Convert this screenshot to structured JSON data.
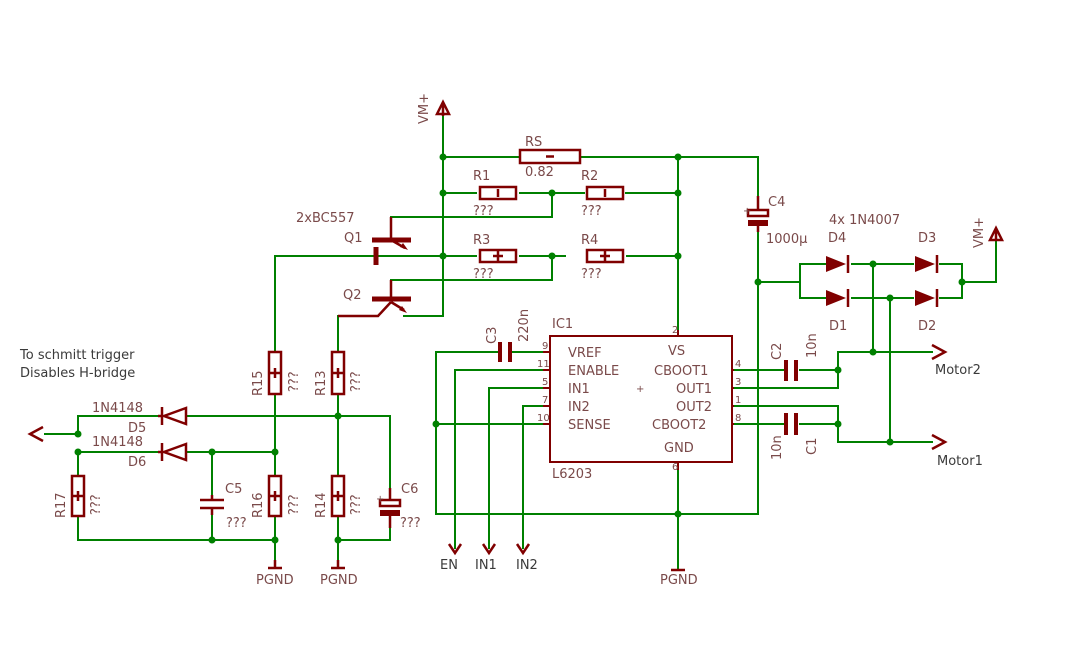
{
  "notes": {
    "line1": "To schmitt trigger",
    "line2": "Disables H-bridge"
  },
  "supply": {
    "vm_top": "VM+",
    "vm_right": "VM+",
    "pgnd": "PGND"
  },
  "resistors": {
    "rs": {
      "name": "RS",
      "value": "0.82"
    },
    "r1": {
      "name": "R1",
      "value": "???"
    },
    "r2": {
      "name": "R2",
      "value": "???"
    },
    "r3": {
      "name": "R3",
      "value": "???"
    },
    "r4": {
      "name": "R4",
      "value": "???"
    },
    "r13": {
      "name": "R13",
      "value": "???"
    },
    "r14": {
      "name": "R14",
      "value": "???"
    },
    "r15": {
      "name": "R15",
      "value": "???"
    },
    "r16": {
      "name": "R16",
      "value": "???"
    },
    "r17": {
      "name": "R17",
      "value": "???"
    }
  },
  "transistors": {
    "part": "2xBC557",
    "q1": "Q1",
    "q2": "Q2"
  },
  "capacitors": {
    "c1": {
      "name": "C1",
      "value": "10n"
    },
    "c2": {
      "name": "C2",
      "value": "10n"
    },
    "c3": {
      "name": "C3",
      "value": "220n"
    },
    "c4": {
      "name": "C4",
      "value": "1000µ"
    },
    "c5": {
      "name": "C5",
      "value": "???"
    },
    "c6": {
      "name": "C6",
      "value": "???"
    }
  },
  "diodes": {
    "bridge_part": "4x 1N4007",
    "d1": "D1",
    "d2": "D2",
    "d3": "D3",
    "d4": "D4",
    "d5": {
      "name": "D5",
      "part": "1N4148"
    },
    "d6": {
      "name": "D6",
      "part": "1N4148"
    }
  },
  "ic": {
    "name": "IC1",
    "part": "L6203",
    "left_pins": [
      {
        "label": "VREF",
        "num": "9"
      },
      {
        "label": "ENABLE",
        "num": "11"
      },
      {
        "label": "IN1",
        "num": "5"
      },
      {
        "label": "IN2",
        "num": "7"
      },
      {
        "label": "SENSE",
        "num": "10"
      }
    ],
    "right_pins": [
      {
        "label": "CBOOT1",
        "num": "4"
      },
      {
        "label": "OUT1",
        "num": "3"
      },
      {
        "label": "OUT2",
        "num": "1"
      },
      {
        "label": "CBOOT2",
        "num": "8"
      }
    ],
    "vs_label": "VS",
    "vs_num": "2",
    "gnd_label": "GND",
    "gnd_num": "6"
  },
  "signals": {
    "en": "EN",
    "in1": "IN1",
    "in2": "IN2",
    "motor1": "Motor1",
    "motor2": "Motor2"
  },
  "colors": {
    "wire": "#008000",
    "component": "#800000",
    "text": "#7a4a4a",
    "background": "#ffffff"
  }
}
